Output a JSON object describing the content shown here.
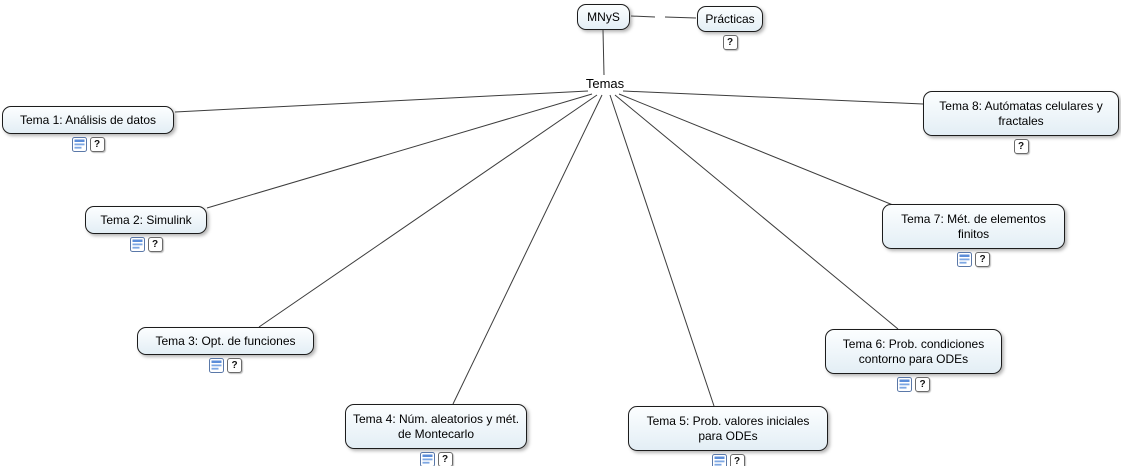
{
  "diagram": {
    "root_label": "MNyS",
    "practicas_label": "Prácticas",
    "hub_label": "Temas",
    "topics": [
      {
        "label": "Tema 1: Análisis de datos"
      },
      {
        "label": "Tema 2: Simulink"
      },
      {
        "label": "Tema 3: Opt. de funciones"
      },
      {
        "label": "Tema 4: Núm. aleatorios y mét. de Montecarlo"
      },
      {
        "label": "Tema 5: Prob. valores iniciales para ODEs"
      },
      {
        "label": "Tema 6: Prob. condiciones contorno para ODEs"
      },
      {
        "label": "Tema 7: Mét. de elementos finitos"
      },
      {
        "label": "Tema 8: Autómatas celulares y fractales"
      }
    ],
    "colors": {
      "node_fill": "#e3eef5",
      "node_border": "#1c1c1c",
      "connector": "#3c3c3c"
    }
  },
  "icons": {
    "question_glyph": "?"
  }
}
